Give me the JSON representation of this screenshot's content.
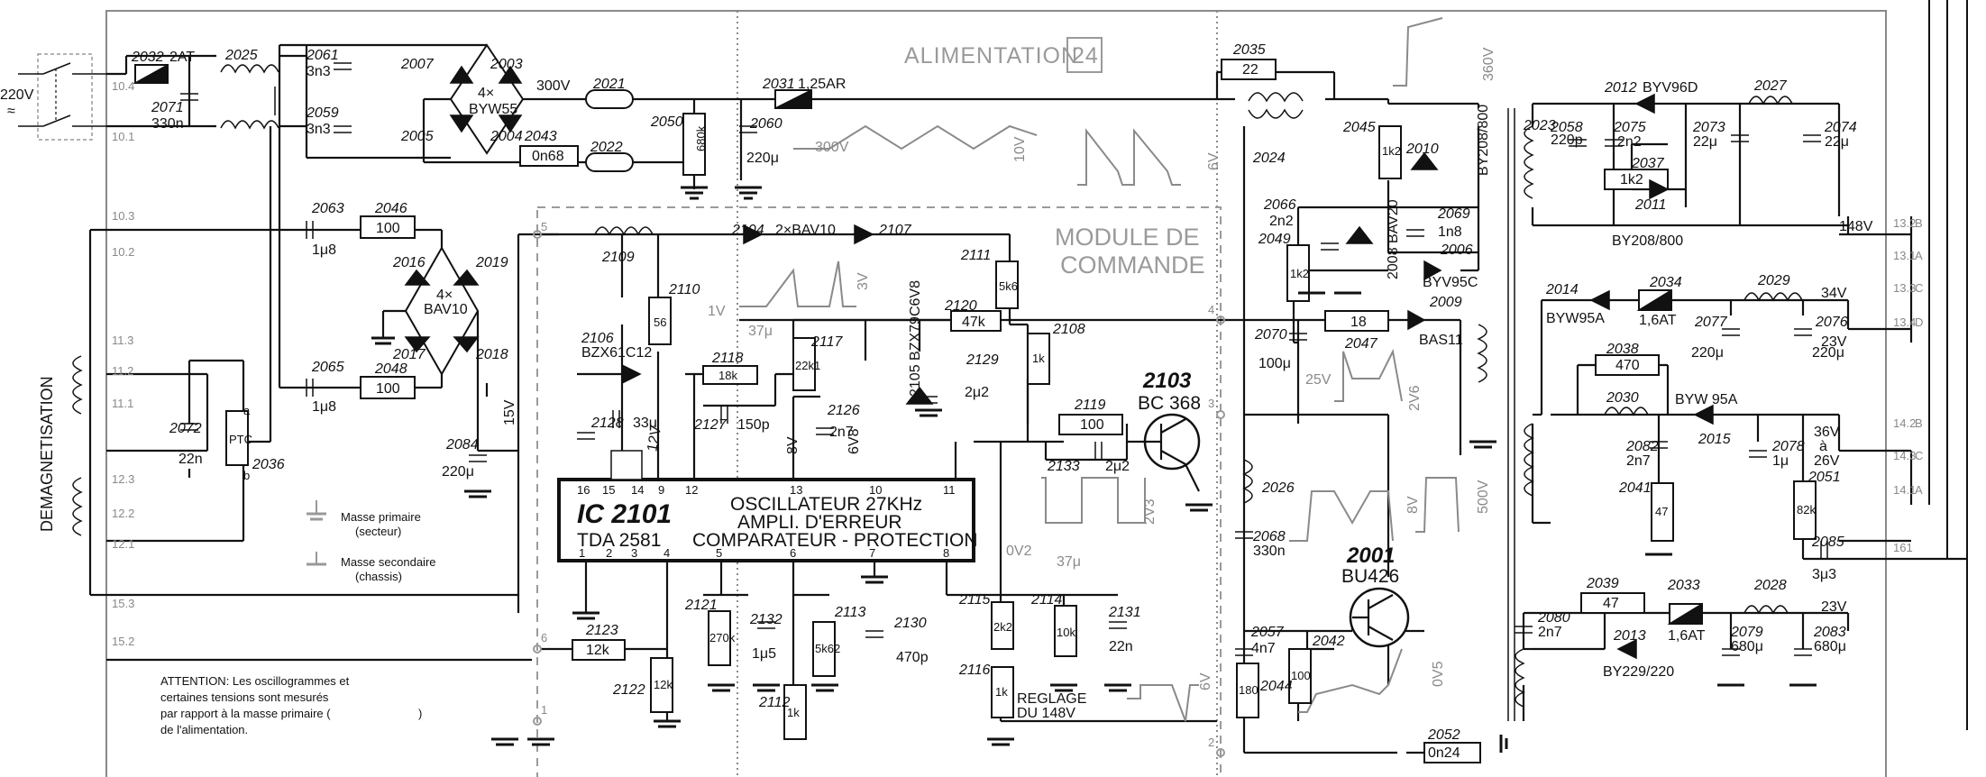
{
  "header": {
    "title": "ALIMENTATION",
    "page": "24"
  },
  "module": {
    "line1": "MODULE DE",
    "line2": "COMMANDE"
  },
  "mains": {
    "voltage": "220V",
    "symbol": "≈"
  },
  "ic": {
    "ref": "IC 2101",
    "type": "TDA 2581",
    "func1": "OSCILLATEUR 27KHz",
    "func2": "AMPLI. D'ERREUR",
    "func3": "COMPARATEUR - PROTECTION",
    "pins_top": [
      "16",
      "15",
      "14",
      "9",
      "12",
      "13",
      "10",
      "11"
    ],
    "pins_bottom": [
      "1",
      "2",
      "3",
      "4",
      "5",
      "6",
      "7",
      "8"
    ]
  },
  "transistors": [
    {
      "ref": "2103",
      "type": "BC 368"
    },
    {
      "ref": "2001",
      "type": "BU426"
    }
  ],
  "bridges": [
    {
      "count": "4×",
      "type": "BYW55"
    },
    {
      "count": "4×",
      "type": "BAV10"
    }
  ],
  "components": {
    "c2032": "2032",
    "c2032v": "2AT",
    "c2025": "2025",
    "c2071": "2071",
    "c2071v": "330n",
    "c2061": "2061",
    "c2061v": "3n3",
    "c2059": "2059",
    "c2059v": "3n3",
    "c2007": "2007",
    "c2003": "2003",
    "c2005": "2005",
    "c2004": "2004",
    "v300": "300V",
    "c2021": "2021",
    "c2043": "2043",
    "c2043v": "0n68",
    "c2022": "2022",
    "c2050": "2050",
    "c2050v": "680k",
    "c2031": "2031",
    "c2031v": "1,25AR",
    "c2060": "2060",
    "c2060v": "220μ",
    "w300": "300V",
    "w10": "10V",
    "c2035": "2035",
    "c2035v": "22",
    "c2024": "2024",
    "w6": "6V",
    "w360": "360V",
    "c2045": "2045",
    "c2045v": "1k2",
    "c2010": "2010",
    "c2010v": "BY208/800",
    "c2069": "2069",
    "c2069v": "1n8",
    "c2066": "2066",
    "c2066v": "2n2",
    "c2008": "2008 BAV20",
    "c2049": "2049",
    "c2049v": "1k2",
    "c2006": "2006",
    "c2006v": "BYV95C",
    "c2023": "2023",
    "c2058": "2058",
    "c2058v": "220p",
    "c2075": "2075",
    "c2075v": "2n2",
    "c2012": "2012",
    "c2012v": "BYV96D",
    "c2027": "2027",
    "c2073": "2073",
    "c2073v": "22μ",
    "c2074": "2074",
    "c2074v": "22μ",
    "c2037": "2037",
    "c2037v": "1k2",
    "c2011": "2011",
    "c2011v": "BY208/800",
    "v148": "148V",
    "c2063": "2063",
    "c2063v": "1μ8",
    "c2046": "2046",
    "c2046v": "100",
    "c2016": "2016",
    "c2019": "2019",
    "c2017": "2017",
    "c2018": "2018",
    "c2065": "2065",
    "c2065v": "1μ8",
    "c2048": "2048",
    "c2048v": "100",
    "c2072": "2072",
    "c2072v": "22n",
    "ptc": "PTC",
    "c2036": "2036",
    "ptca": "a",
    "ptcb": "b",
    "c2084": "2084",
    "c2084v": "220μ",
    "v15": "15V",
    "c2109": "2109",
    "c2104": "2104",
    "c2104v": "2×BAV10",
    "c2107": "2107",
    "c2110": "2110",
    "c2110v": "56",
    "c2111": "2111",
    "c2111v": "5k6",
    "c2120": "2120",
    "c2120v": "47k",
    "c2108": "2108",
    "c2108v": "1k",
    "c2106": "2106",
    "c2106v": "BZX61C12",
    "c2118": "2118",
    "c2118v": "18k",
    "c2117": "2117",
    "c2117v": "22k1",
    "c2105": "2105 BZX79C6V8",
    "c2129": "2129",
    "c2129v": "2μ2",
    "c2126": "2126",
    "c2126v": "2n7",
    "c2128": "2128",
    "c2128v": "33μ",
    "c2127": "2127",
    "c2127v": "150p",
    "c2119": "2119",
    "c2119v": "100",
    "c2133": "2133",
    "c2133v": "2μ2",
    "v12": "12V",
    "v8": "8V",
    "v6v8": "6V8",
    "w3": "3V",
    "w1": "1V",
    "w37": "37μ",
    "w0v2": "0V2",
    "w37b": "37μ",
    "w2v3": "2V3",
    "w25": "25V",
    "w2v6": "2V6",
    "w8": "8V",
    "w500": "500V",
    "c2047": "2047",
    "c2047v": "18",
    "c2009": "2009",
    "c2009v": "BAS11",
    "c2070": "2070",
    "c2070v": "100μ",
    "c2026": "2026",
    "c2068": "2068",
    "c2068v": "330n",
    "c2014": "2014",
    "c2014v": "BYW95A",
    "c2034": "2034",
    "c2034v": "1,6AT",
    "c2029": "2029",
    "v34": "34V",
    "c2077": "2077",
    "c2077v": "220μ",
    "c2076": "2076",
    "c2076v": "220μ",
    "v23": "23V",
    "c2038": "2038",
    "c2038v": "470",
    "c2030": "2030",
    "c2015": "2015",
    "c2015v": "BYW 95A",
    "c2082": "2082",
    "c2082v": "2n7",
    "c2041": "2041",
    "c2041v": "47",
    "c2078": "2078",
    "c2078v": "1μ",
    "v36": "36V",
    "va": "à",
    "v26": "26V",
    "c2051": "2051",
    "c2051v": "82k",
    "c2085": "2085",
    "c2085v": "3μ3",
    "c2039": "2039",
    "c2039v": "47",
    "c2033": "2033",
    "c2033v": "1,6AT",
    "c2028": "2028",
    "v23b": "23V",
    "c2080": "2080",
    "c2080v": "2n7",
    "c2013": "2013",
    "c2013v": "BY229/220",
    "c2079": "2079",
    "c2079v": "680μ",
    "c2083": "2083",
    "c2083v": "680μ",
    "c2057": "2057",
    "c2057v": "4n7",
    "c2044": "2044",
    "c2044v": "180",
    "c2042": "2042",
    "c2042v": "100",
    "c2052": "2052",
    "c2052v": "0n24",
    "w0v5": "0V5",
    "w6b": "6V",
    "c2123": "2123",
    "c2123v": "12k",
    "c2122": "2122",
    "c2122v": "12k",
    "c2121": "2121",
    "c2121v": "270k",
    "c2132": "2132",
    "c2132v": "1μ5",
    "c2113": "2113",
    "c2113v": "5k62",
    "c2130": "2130",
    "c2130v": "470p",
    "c2112": "2112",
    "c2112v": "1k",
    "c2115": "2115",
    "c2115v": "2k2",
    "c2114": "2114",
    "c2114v": "10k",
    "c2131": "2131",
    "c2131v": "22n",
    "c2116": "2116",
    "c2116v": "1k",
    "reg1": "REGLAGE",
    "reg2": "DU 148V"
  },
  "connectors": {
    "left": [
      "10.4",
      "10.1",
      "10.3",
      "10.2",
      "11.3",
      "11.2",
      "11.1",
      "12.3",
      "12.2",
      "12.1",
      "15.3",
      "15.2"
    ],
    "right": [
      "13.2",
      "B",
      "13.1",
      "A",
      "13.3",
      "C",
      "13.4",
      "D",
      "14.2",
      "B",
      "14.3",
      "C",
      "14.1",
      "A",
      "161"
    ],
    "module_pins": [
      "5",
      "4",
      "3",
      "6",
      "1",
      "2"
    ]
  },
  "degauss": "DEMAGNETISATION",
  "legend": {
    "primary1": "Masse primaire",
    "primary2": "(secteur)",
    "secondary1": "Masse secondaire",
    "secondary2": "(chassis)"
  },
  "note": {
    "l1": "ATTENTION: Les oscillogrammes et",
    "l2": "certaines tensions sont mesurés",
    "l3": "par rapport à la masse primaire (",
    "l3b": ")",
    "l4": "de l'alimentation."
  }
}
